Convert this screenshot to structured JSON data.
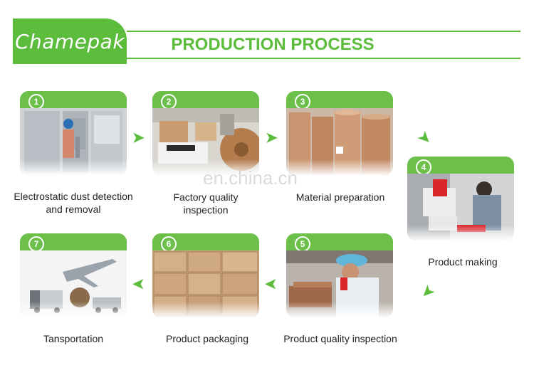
{
  "header": {
    "brand": "Chamepak",
    "title": "PRODUCTION PROCESS"
  },
  "colors": {
    "accent": "#5cbd3c",
    "card_header": "#6cc04a"
  },
  "watermark": "en.china.cn",
  "steps": [
    {
      "number": "1",
      "label": "Electrostatic dust detection and removal"
    },
    {
      "number": "2",
      "label": "Factory quality inspection"
    },
    {
      "number": "3",
      "label": "Material preparation"
    },
    {
      "number": "4",
      "label": "Product making"
    },
    {
      "number": "5",
      "label": "Product quality inspection"
    },
    {
      "number": "6",
      "label": "Product packaging"
    },
    {
      "number": "7",
      "label": "Tansportation"
    }
  ],
  "icons": {
    "arrow_right": "arrow-right-icon",
    "arrow_down": "arrow-down-icon",
    "arrow_left": "arrow-left-icon"
  }
}
